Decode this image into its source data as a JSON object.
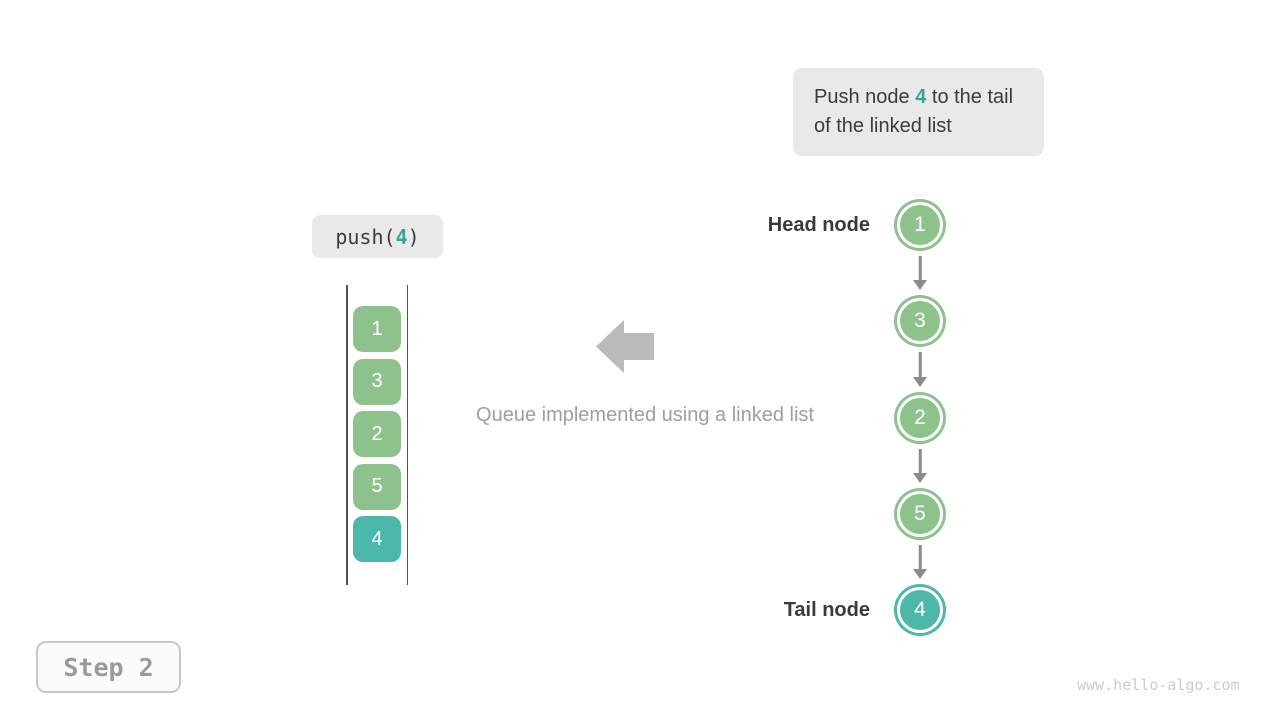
{
  "note": {
    "parts": [
      "Push node ",
      "4",
      " to the tail of the linked list"
    ]
  },
  "push_call": {
    "parts": [
      "push(",
      "4",
      ")"
    ]
  },
  "queue": {
    "items": [
      {
        "value": "1",
        "color": "green"
      },
      {
        "value": "3",
        "color": "green"
      },
      {
        "value": "2",
        "color": "green"
      },
      {
        "value": "5",
        "color": "green"
      },
      {
        "value": "4",
        "color": "teal"
      }
    ]
  },
  "caption": "Queue implemented using a linked list",
  "list": {
    "nodes": [
      {
        "value": "1",
        "color": "green",
        "label": "Head node"
      },
      {
        "value": "3",
        "color": "green"
      },
      {
        "value": "2",
        "color": "green"
      },
      {
        "value": "5",
        "color": "green"
      },
      {
        "value": "4",
        "color": "teal",
        "label": "Tail node"
      }
    ]
  },
  "step_label": "Step 2",
  "watermark": "www.hello-algo.com",
  "colors": {
    "green": "#8ec28c",
    "teal": "#4cb8ab",
    "highlight": "#3da193",
    "arrow_gray": "#8a8a8a",
    "block_arrow": "#bababa"
  }
}
